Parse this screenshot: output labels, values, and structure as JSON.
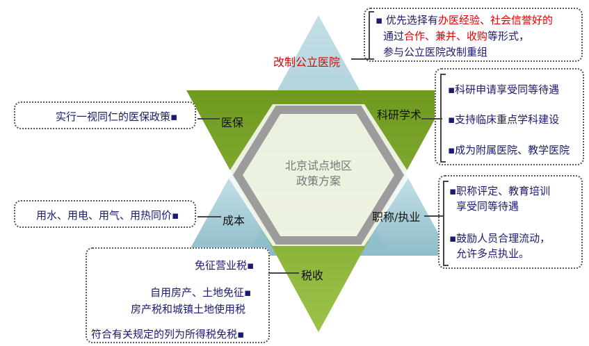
{
  "center": {
    "line1": "北京试点地区",
    "line2": "政策方案"
  },
  "points": {
    "top": "改制公立医院",
    "upper_left": "医保",
    "upper_right": "科研学术",
    "lower_left": "成本",
    "lower_right": "职称/执业",
    "bottom": "税收"
  },
  "top_box": {
    "line1": {
      "prefix": "▪ 优先选择有",
      "highlight": "办医经验、社会信誉好的"
    },
    "line2": {
      "prefix": "通过",
      "highlight": "合作、兼并、收购",
      "suffix": "等形式，"
    },
    "line3": "参与公立医院改制重组"
  },
  "right_top_box": [
    "▪科研申请享受同等待遇",
    "▪支持临床重点学科建设",
    "▪成为附属医院、教学医院"
  ],
  "right_bottom_box": [
    "▪职称评定、教育培训",
    "享受同等待遇",
    "▪鼓励人员合理流动，",
    "允许多点执业。"
  ],
  "left_top_box": "实行一视同仁的医保政策▪",
  "left_mid_box": "用水、用电、用气、用热同价▪",
  "bottom_box": [
    "免征营业税▪",
    "自用房产、土地免征▪",
    "房产税和城镇土地使用税",
    "符合有关规定的列为所得税免税▪"
  ],
  "colors": {
    "blue_triangle": "#a9cdd6",
    "green_triangle": "#7aa428",
    "hexagon": "#9c9c9c",
    "highlight": "#e00000",
    "text": "#1a1a6e"
  }
}
